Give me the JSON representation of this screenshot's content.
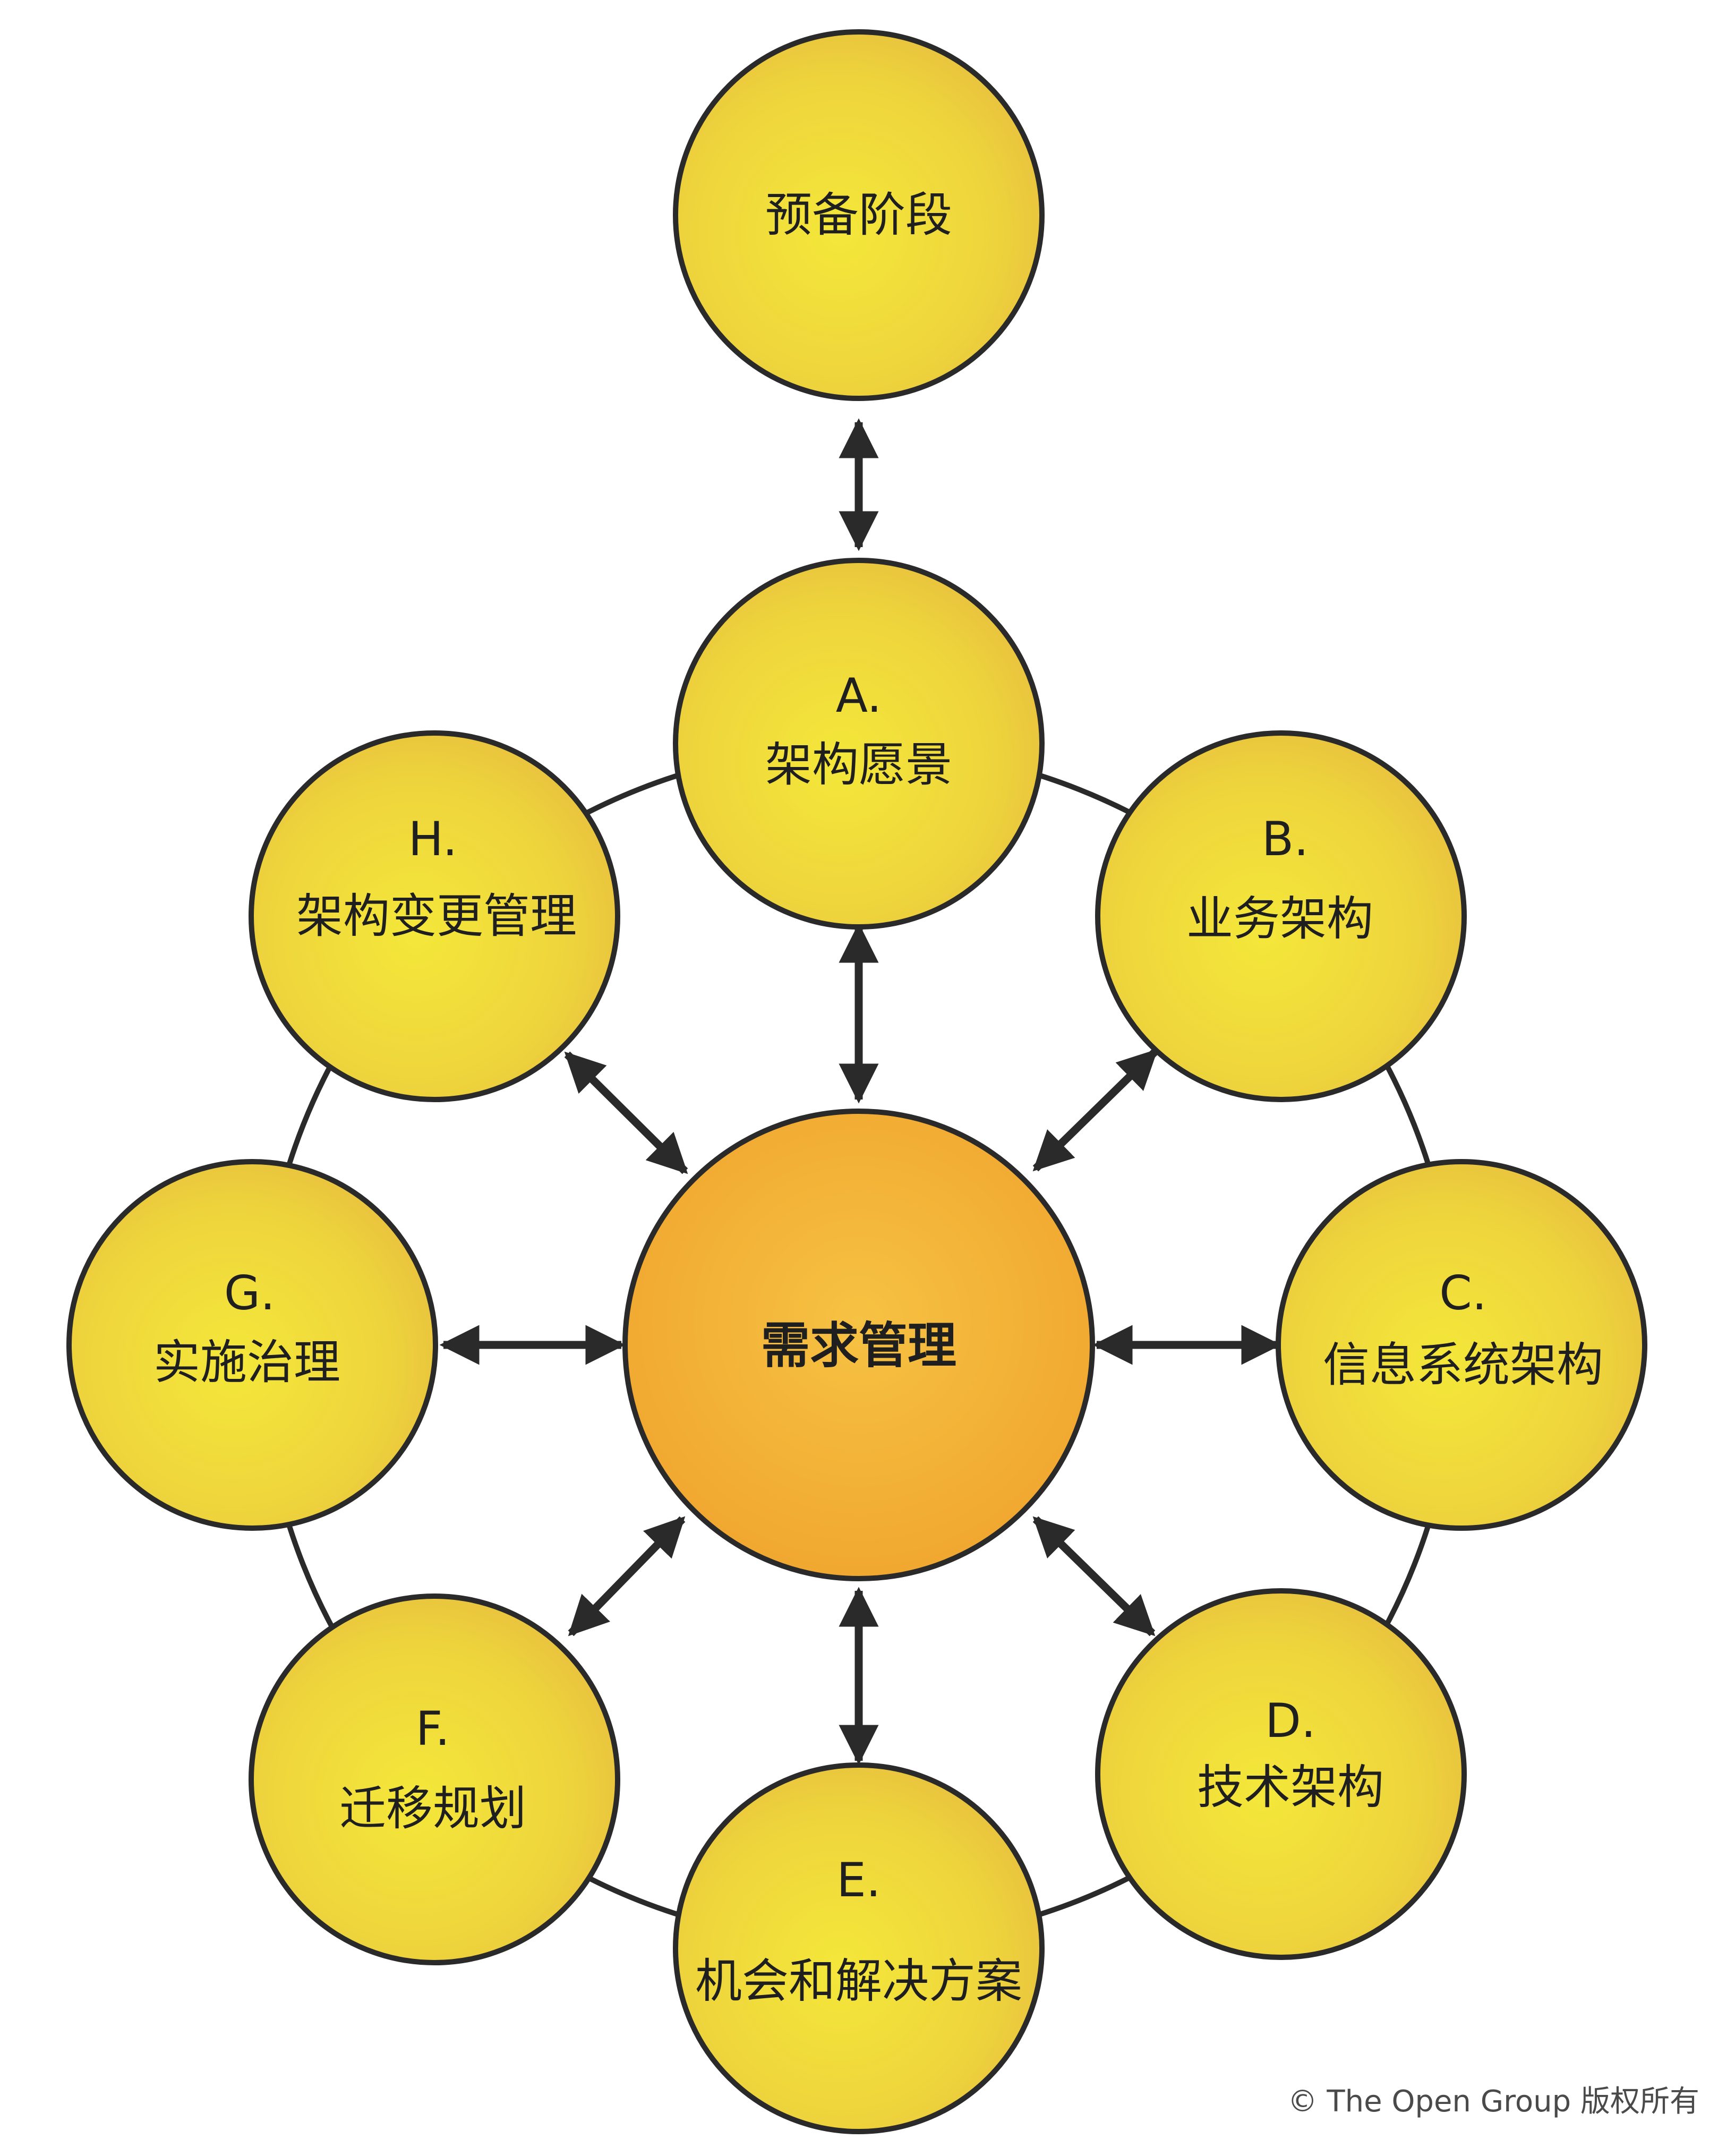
{
  "diagram": {
    "preliminary": {
      "title": "预备阶段"
    },
    "center": {
      "title": "需求管理"
    },
    "phases": [
      {
        "id": "A",
        "letter": "A.",
        "title": "架构愿景"
      },
      {
        "id": "B",
        "letter": "B.",
        "title": "业务架构"
      },
      {
        "id": "C",
        "letter": "C.",
        "title": "信息系统架构"
      },
      {
        "id": "D",
        "letter": "D.",
        "title": "技术架构"
      },
      {
        "id": "E",
        "letter": "E.",
        "title": "机会和解决方案"
      },
      {
        "id": "F",
        "letter": "F.",
        "title": "迁移规划"
      },
      {
        "id": "G",
        "letter": "G.",
        "title": "实施治理"
      },
      {
        "id": "H",
        "letter": "H.",
        "title": "架构变更管理"
      }
    ]
  },
  "copyright": "© The Open Group 版权所有",
  "colors": {
    "phase_fill": "#eed23a",
    "phase_highlight": "#f5e94a",
    "center_fill": "#f2ad32",
    "center_highlight": "#f7c04a",
    "stroke": "#2a2a2a"
  }
}
